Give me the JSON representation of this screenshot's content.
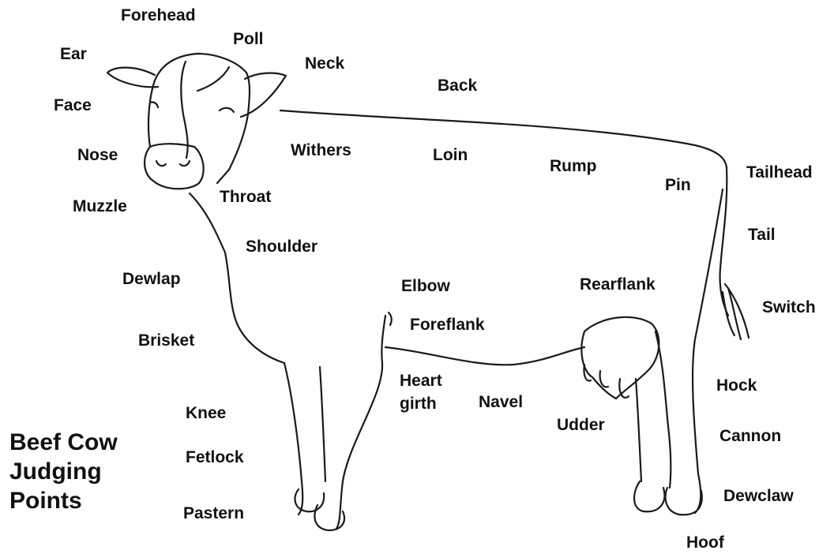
{
  "title_lines": [
    "Beef Cow",
    "Judging",
    "Points"
  ],
  "labels": {
    "forehead": "Forehead",
    "poll": "Poll",
    "ear": "Ear",
    "neck": "Neck",
    "back": "Back",
    "face": "Face",
    "nose": "Nose",
    "withers": "Withers",
    "loin": "Loin",
    "rump": "Rump",
    "tailhead": "Tailhead",
    "pin": "Pin",
    "muzzle": "Muzzle",
    "throat": "Throat",
    "tail": "Tail",
    "shoulder": "Shoulder",
    "dewlap": "Dewlap",
    "elbow": "Elbow",
    "rearflank": "Rearflank",
    "switch": "Switch",
    "foreflank": "Foreflank",
    "brisket": "Brisket",
    "heart_girth_line1": "Heart",
    "heart_girth_line2": "girth",
    "hock": "Hock",
    "navel": "Navel",
    "knee": "Knee",
    "udder": "Udder",
    "cannon": "Cannon",
    "fetlock": "Fetlock",
    "dewclaw": "Dewclaw",
    "pastern": "Pastern",
    "hoof": "Hoof"
  }
}
